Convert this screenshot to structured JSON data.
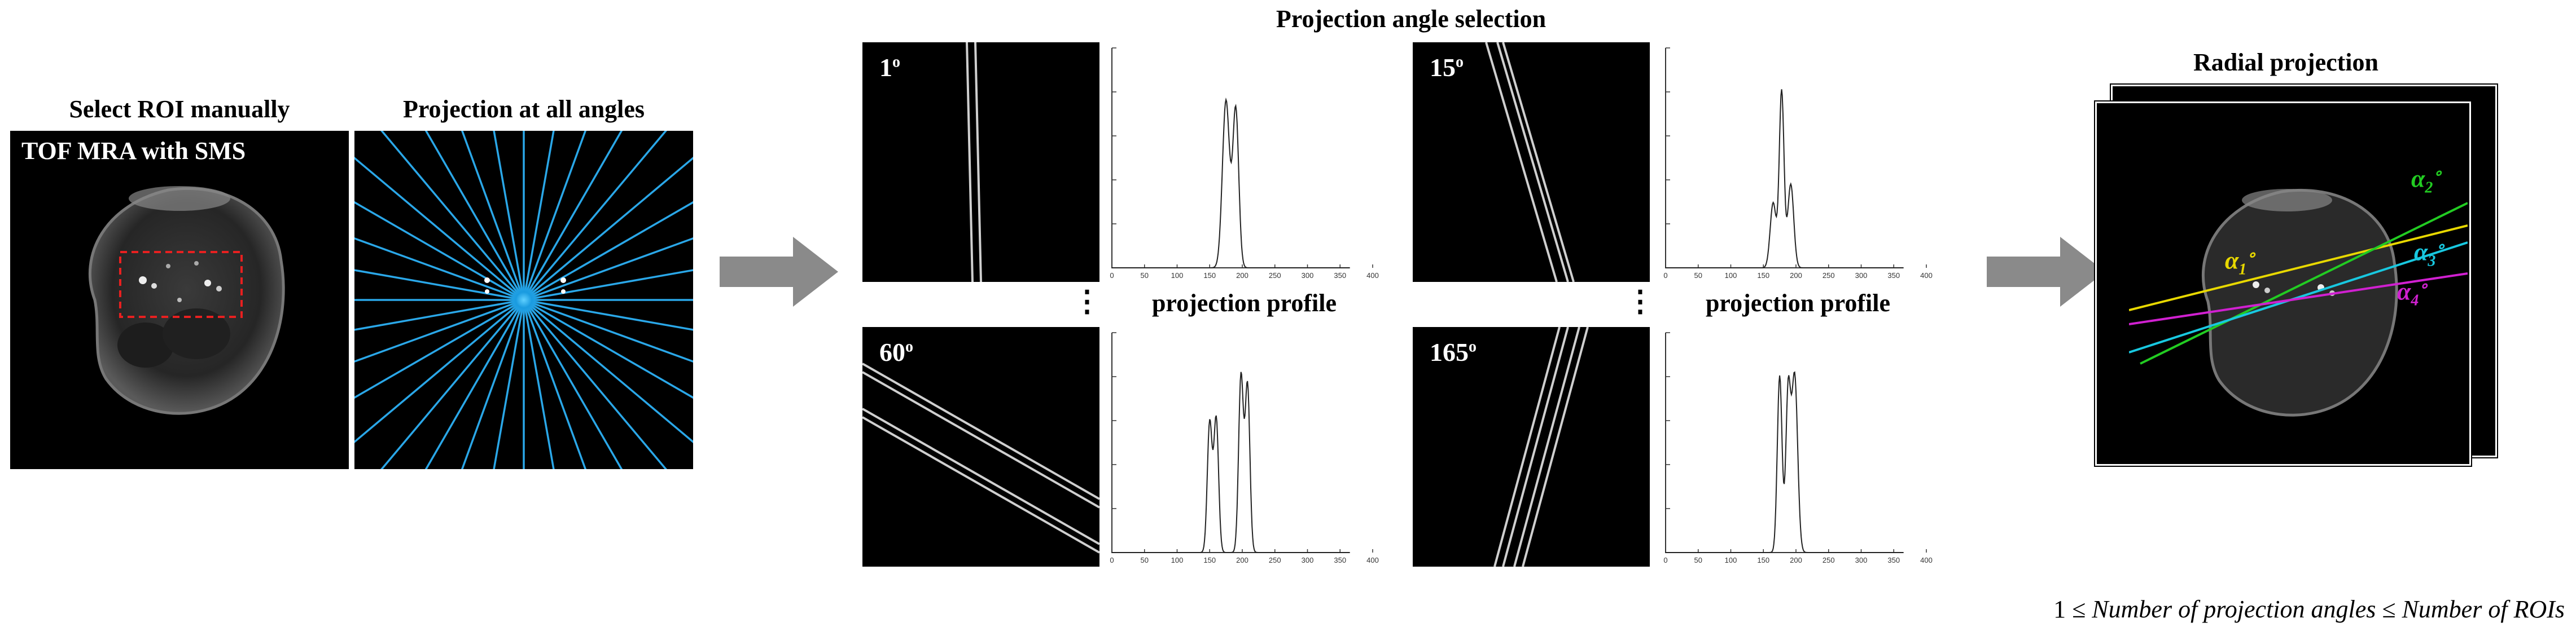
{
  "titles": {
    "select_roi": "Select ROI manually",
    "projection_all": "Projection at all angles",
    "angle_selection": "Projection angle selection",
    "radial": "Radial projection"
  },
  "mra_label": "TOF MRA with SMS",
  "profile_label": "projection profile",
  "ellipsis": "⋮",
  "angles": [
    {
      "value": "1",
      "unit": "o"
    },
    {
      "value": "15",
      "unit": "o"
    },
    {
      "value": "60",
      "unit": "o"
    },
    {
      "value": "165",
      "unit": "o"
    }
  ],
  "plot_ticks": [
    "0",
    "50",
    "100",
    "150",
    "200",
    "250",
    "300",
    "350",
    "400"
  ],
  "radial_alphas": [
    {
      "label": "α",
      "sub": "1",
      "sup": "∘",
      "color": "#e8d800"
    },
    {
      "label": "α",
      "sub": "2",
      "sup": "∘",
      "color": "#22cc22"
    },
    {
      "label": "α",
      "sub": "3",
      "sup": "∘",
      "color": "#18c8e0"
    },
    {
      "label": "α",
      "sub": "4",
      "sup": "∘",
      "color": "#d020d0"
    }
  ],
  "formula": {
    "prefix": "1 ≤ ",
    "left": "Number of projection angles",
    "op": " ≤ ",
    "right": "Number of ROIs"
  },
  "colors": {
    "roi_box": "#e82020",
    "projection_lines": "#2aa7e8",
    "arrow": "#8a8a8a"
  }
}
